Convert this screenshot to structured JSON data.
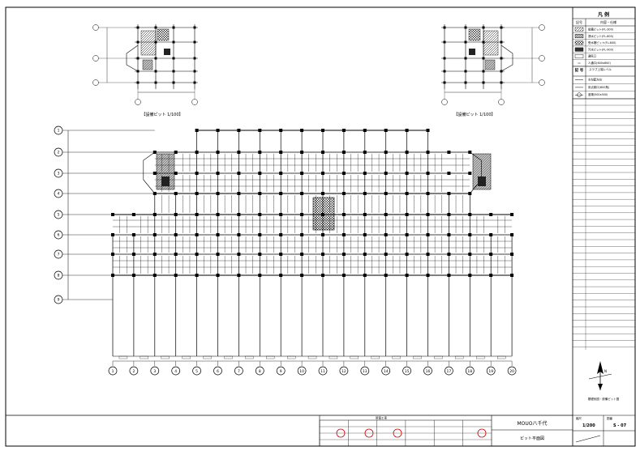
{
  "drawing": {
    "main_plan_grid": {
      "columns": 20,
      "rows": 9,
      "column_labels": [
        "1",
        "2",
        "3",
        "4",
        "5",
        "6",
        "7",
        "8",
        "9",
        "10",
        "11",
        "12",
        "13",
        "14",
        "15",
        "16",
        "17",
        "18",
        "19",
        "20"
      ],
      "row_labels": [
        "1",
        "2",
        "3",
        "4",
        "5",
        "6",
        "7",
        "8",
        "9"
      ]
    },
    "detail_left_caption": "【設備ピット 1/100】",
    "detail_right_caption": "【設備ピット 1/100】"
  },
  "legend": {
    "title": "凡 例",
    "header_col1": "記号",
    "header_col2": "内容・仕様",
    "items": [
      {
        "swatch": "hatch-light",
        "label": "設備ピット(FL-300)"
      },
      {
        "swatch": "hatch-dark",
        "label": "湧水ピット(FL-800)"
      },
      {
        "swatch": "crosshatch",
        "label": "受水槽ピット(FL-600)"
      },
      {
        "swatch": "solid-dark",
        "label": "汚水ピット(FL-900)"
      },
      {
        "swatch": "outline",
        "label": "通気口"
      },
      {
        "swatch": "symbol",
        "label": "人通口(600x600)"
      }
    ],
    "section2_label": "記 号",
    "section2_text": "スラブ上端レベル",
    "symbol_items": [
      {
        "label": "水勾配方向"
      },
      {
        "label": "床点検口(600角)"
      },
      {
        "label": "釜場(500x500)"
      }
    ]
  },
  "north_note": "基礎伏図・設備ピット図",
  "title_block": {
    "project_label": "新築工事",
    "project_name": "MOUO八千代",
    "drawing_name": "ピット平面図",
    "scale_label": "縮尺",
    "scale_value": "1/200",
    "sheet_label": "図番",
    "sheet_value": "S - 07"
  }
}
